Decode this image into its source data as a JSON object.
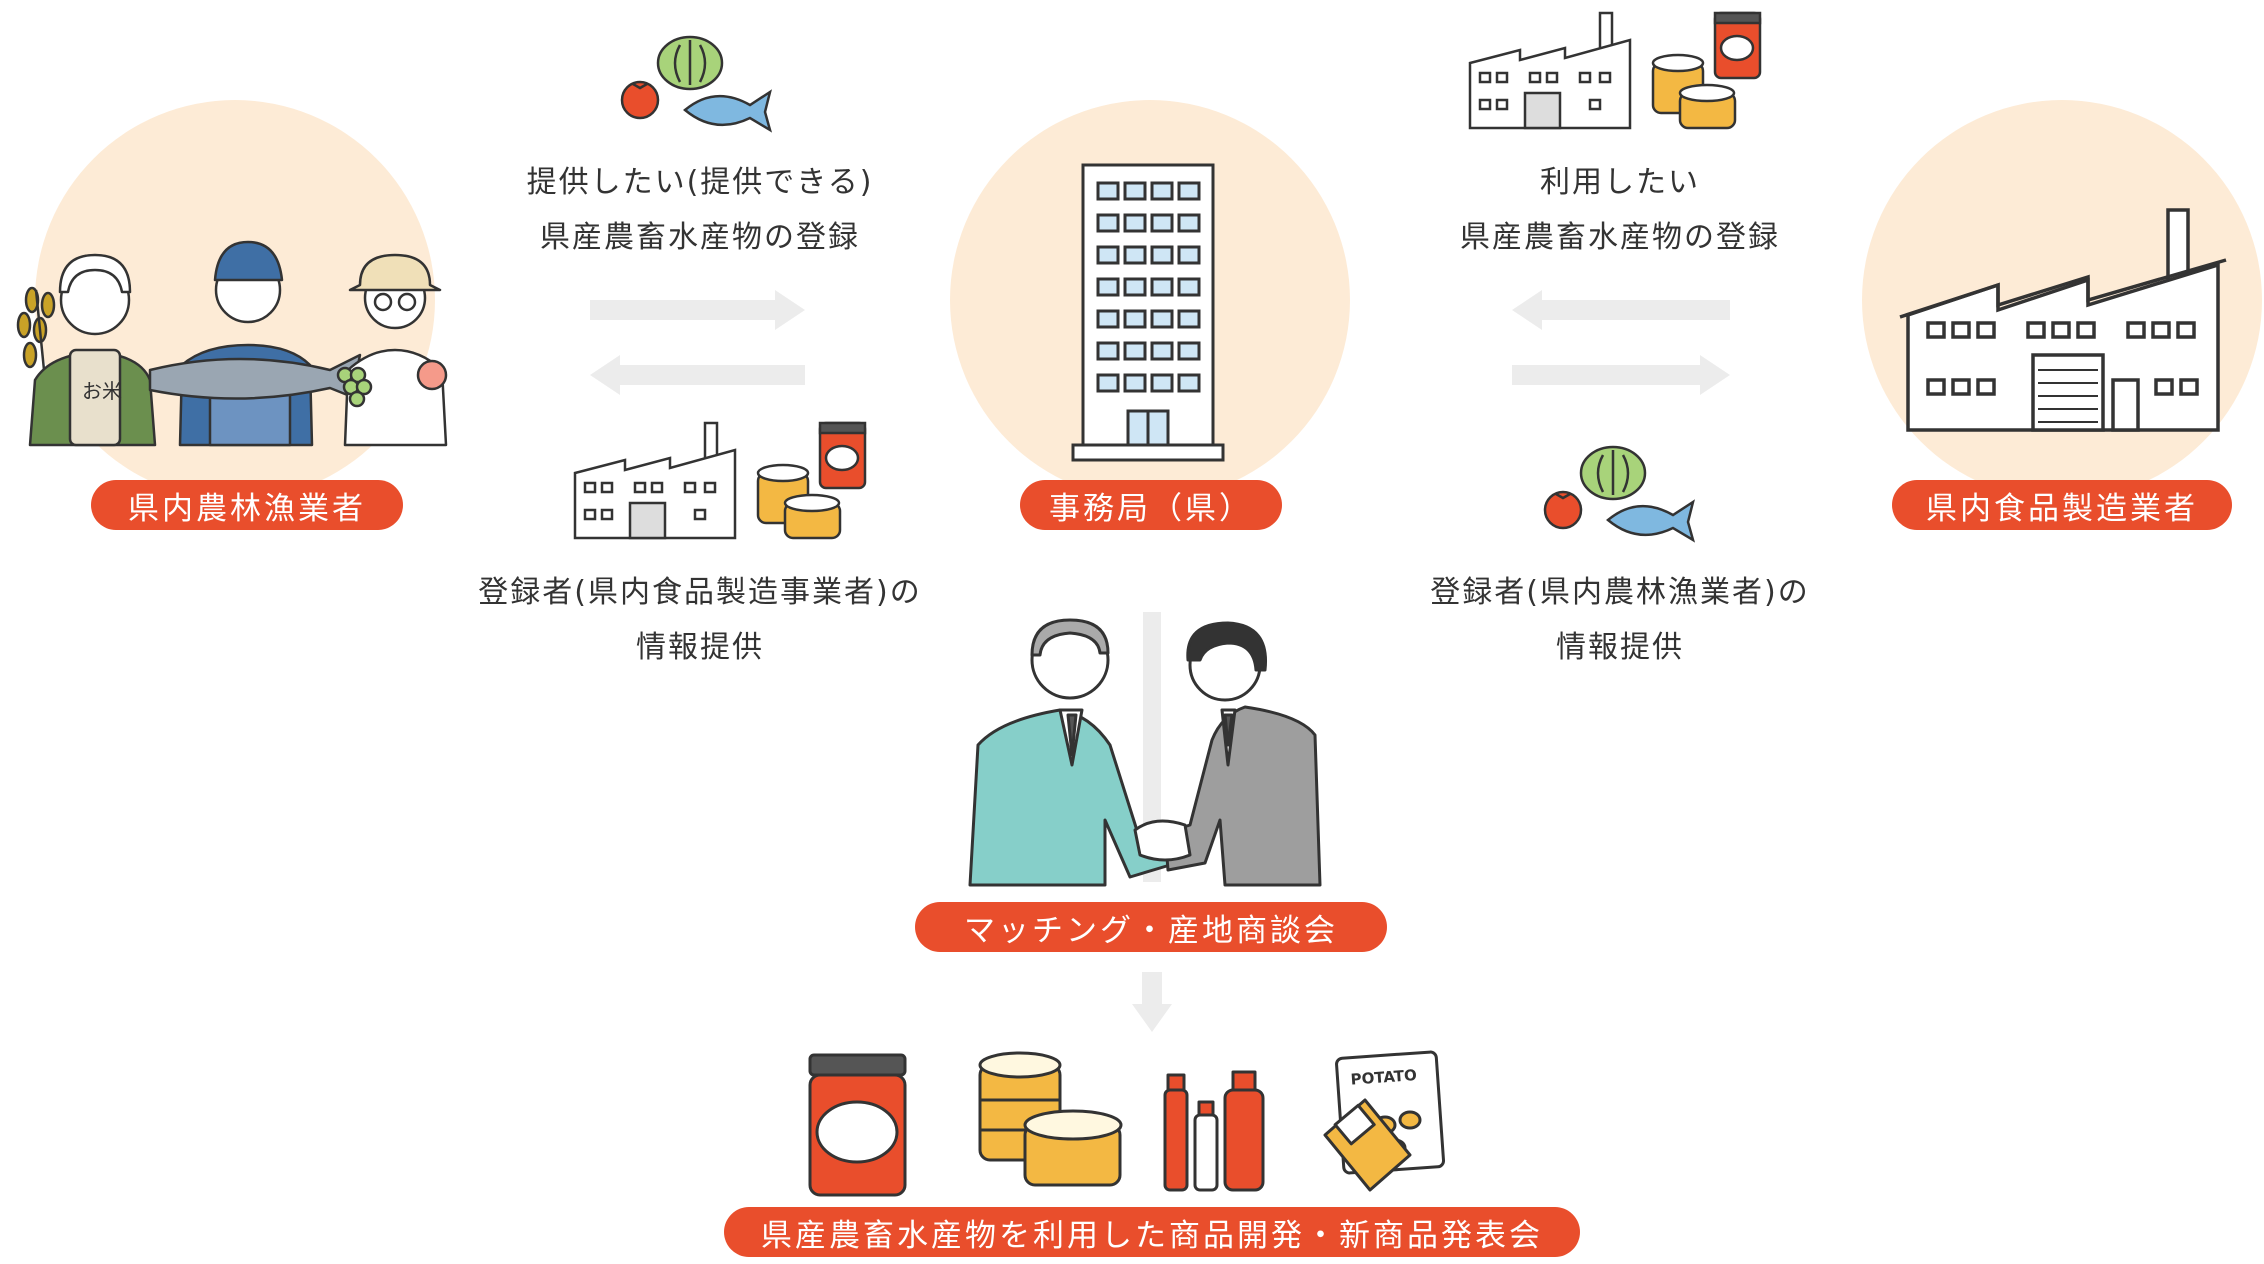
{
  "colors": {
    "accent": "#e94e2c",
    "circle_bg": "#fdebd6",
    "arrow": "#ececec",
    "text": "#333333"
  },
  "nodes": {
    "farmers": {
      "label": "県内農林漁業者",
      "icon": "farmers-fishers-icon"
    },
    "office": {
      "label": "事務局（県）",
      "icon": "office-building-icon"
    },
    "manufacturers": {
      "label": "県内食品製造業者",
      "icon": "factory-icon"
    },
    "matching": {
      "label": "マッチング・産地商談会",
      "icon": "handshake-icon"
    },
    "development": {
      "label": "県産農畜水産物を利用した商品開発・新商品発表会",
      "icon": "food-products-icon"
    }
  },
  "captions": {
    "left_top": {
      "line1": "提供したい(提供できる)",
      "line2": "県産農畜水産物の登録"
    },
    "left_bottom": {
      "line1": "登録者(県内食品製造事業者)の",
      "line2": "情報提供"
    },
    "right_top": {
      "line1": "利用したい",
      "line2": "県産農畜水産物の登録"
    },
    "right_bottom": {
      "line1": "登録者(県内農林漁業者)の",
      "line2": "情報提供"
    }
  },
  "icons": {
    "produce_top_left": "produce-icon",
    "factory_bottom_left": "factory-cans-icon",
    "factory_top_right": "factory-cans-icon",
    "produce_bottom_right": "produce-icon",
    "potato_bag_text": "POTATO",
    "rice_bag_text": "お米"
  }
}
